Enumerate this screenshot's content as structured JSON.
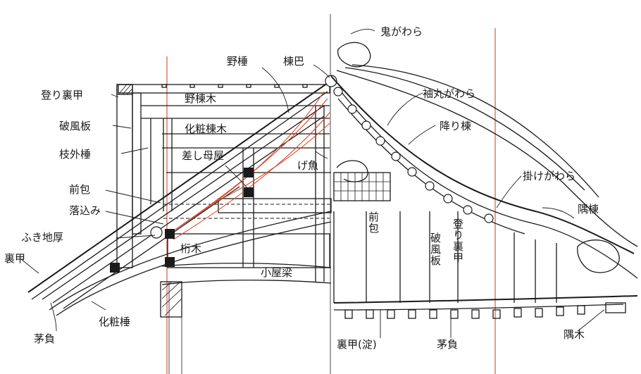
{
  "labels": {
    "onigawara": "鬼がわら",
    "nodaruki": "野棰",
    "munatomoe": "棟巴",
    "noboriurako": "登り裏甲",
    "nomunagi": "野棟木",
    "sodemarugawara": "袖丸がわら",
    "hafuita": "破風板",
    "keshomunagi": "化粧棟木",
    "kudarimune": "降り棟",
    "edasotodaruki": "枝外棰",
    "sashimoya": "差し母屋",
    "gegyo": "げ魚",
    "kakegawara": "掛けがわら",
    "maetsutsumi": "前包",
    "sumimune": "隅棟",
    "otoshikomi": "落込み",
    "fukijiatsu": "ふき地厚",
    "maetsutsumi_v": "前包",
    "hafuita_v": "破風板",
    "noboriurako_v": "登り裏甲",
    "urako": "裏甲",
    "keta": "桁木",
    "koyabari": "小屋梁",
    "keshodaruki": "化粧棰",
    "kayaoi": "茅負",
    "urako_yodo": "裏甲(淀)",
    "kayaoi_right": "茅負",
    "sumiki": "隅木"
  }
}
